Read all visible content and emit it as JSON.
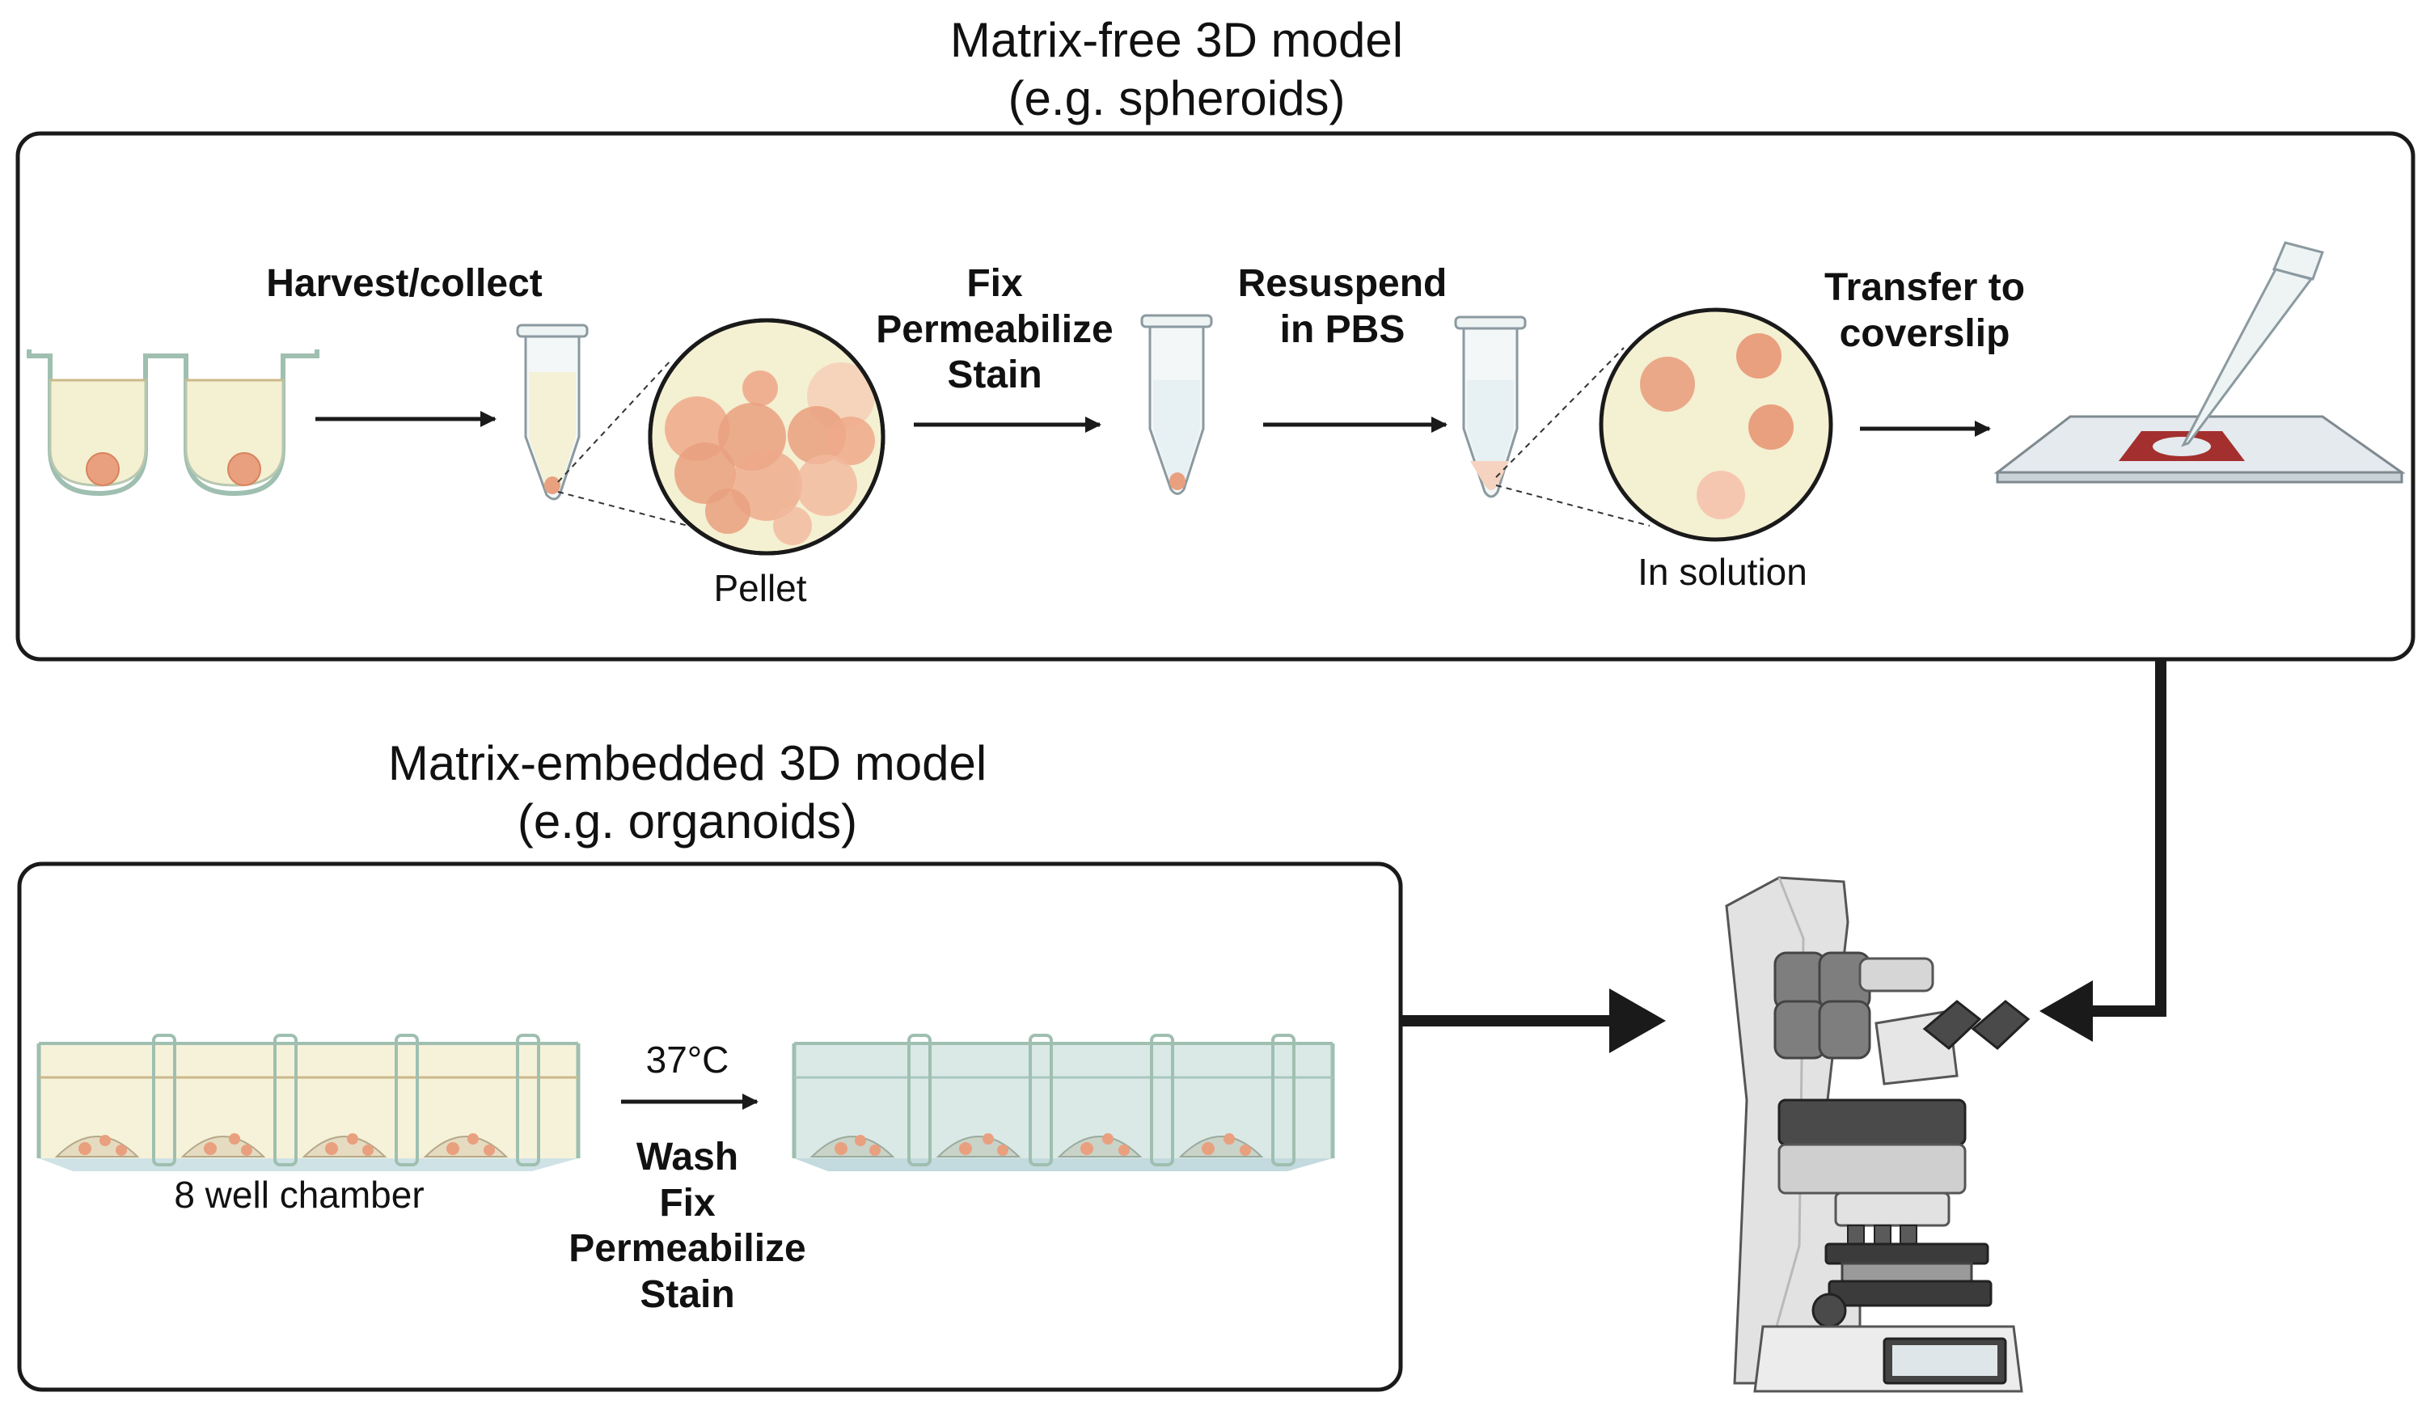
{
  "sections": {
    "matrix_free": {
      "title_line1": "Matrix-free 3D model",
      "title_line2": "(e.g. spheroids)",
      "steps": {
        "harvest": "Harvest/collect",
        "fix": "Fix",
        "permeabilize": "Permeabilize",
        "stain": "Stain",
        "resuspend_line1": "Resuspend",
        "resuspend_line2": "in PBS",
        "transfer_line1": "Transfer to",
        "transfer_line2": "coverslip"
      },
      "captions": {
        "pellet": "Pellet",
        "solution": "In solution"
      }
    },
    "matrix_embedded": {
      "title_line1": "Matrix-embedded 3D model",
      "title_line2": "(e.g. organoids)",
      "temperature": "37°C",
      "steps": {
        "wash": "Wash",
        "fix": "Fix",
        "permeabilize": "Permeabilize",
        "stain": "Stain"
      },
      "captions": {
        "chamber": "8 well chamber"
      }
    }
  },
  "colors": {
    "outline": "#1a1a1a",
    "cell": "#e9a07f",
    "medium_yellow": "#f4f0d2",
    "medium_blue": "#d6e7e3",
    "coverslip_red": "#a3302e",
    "microscope": "#dcdcdc"
  },
  "icons": [
    "u-bottom-plate",
    "microtube",
    "magnified-pellet",
    "magnified-solution",
    "glass-slide",
    "pipette",
    "8-well-chamber",
    "fluorescence-microscope"
  ]
}
